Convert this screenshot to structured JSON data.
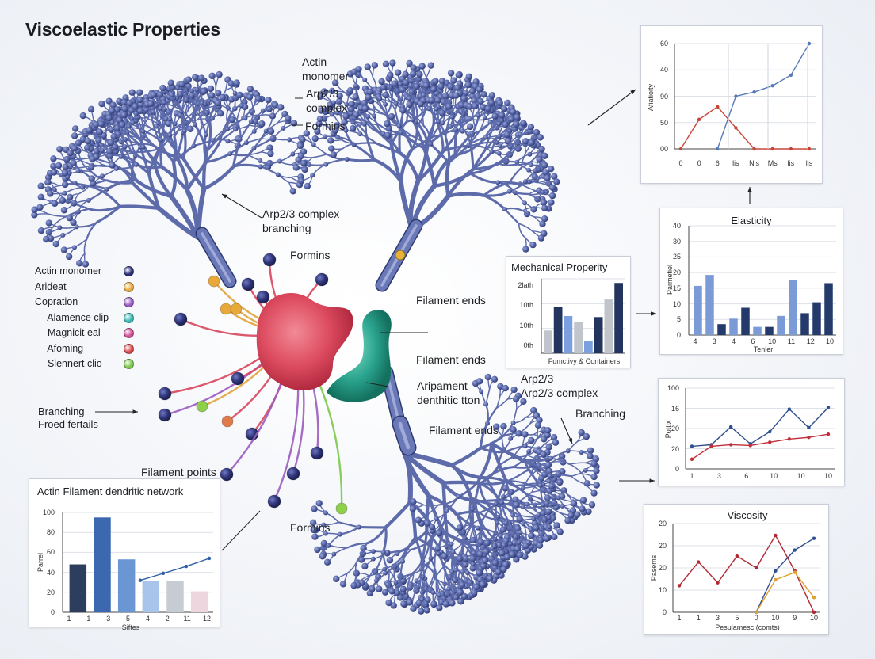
{
  "title": "Viscoelastic Properties",
  "labels": {
    "actin_monomer": "Actin\nmonomer",
    "arp23_complex": "Arp2/3\ncomplex",
    "formins_top": "Formins",
    "arp23_branching": "Arp2/3 complex\nbranching",
    "formins_center": "Formins",
    "filament_ends_1": "Filament ends",
    "filament_ends_2": "Filament ends",
    "filament_ends_3": "Filament ends",
    "arp23_dendritic": "Arp2/3\nArp2/3 complex",
    "branching_right": "Branching",
    "dendritic_tion": "Aripament\ndenthitic tton",
    "branching_left": "Branching\nFroed fertails",
    "filament_points": "Filament points",
    "formins_bottom": "Formins"
  },
  "legend": {
    "items": [
      {
        "label": "Actin monomer",
        "color": "#2a2f78"
      },
      {
        "label": "Arideat",
        "color": "#e8a93a"
      },
      {
        "label": "Copration",
        "color": "#9a5cc2"
      },
      {
        "label": "— Alamence clip",
        "color": "#39b8b4"
      },
      {
        "label": "— Magnicit eal",
        "color": "#d04f95"
      },
      {
        "label": "— Afoming",
        "color": "#d84a4a"
      },
      {
        "label": "— Slennert clio",
        "color": "#7cc84a"
      }
    ]
  },
  "chart_data": [
    {
      "type": "line",
      "title": "",
      "ylabel": "Afiatioity",
      "y_ticks": [
        "60",
        "40",
        "90",
        "50",
        "00"
      ],
      "x_ticks": [
        "0",
        "0",
        "6",
        "lis",
        "Nis",
        "Ms",
        "lis",
        "lis"
      ],
      "series": [
        {
          "color": "#c8453a",
          "values": [
            0,
            28,
            40,
            20,
            0,
            0,
            0,
            0
          ]
        },
        {
          "color": "#5779b6",
          "values": [
            0,
            0,
            0,
            50,
            54,
            60,
            70,
            100
          ]
        }
      ]
    },
    {
      "type": "bar",
      "title": "Elasticity",
      "ylabel": "Parmetiel",
      "xlabel": "Tenler",
      "y_ticks": [
        "40",
        "30",
        "25",
        "20",
        "15",
        "10",
        "5",
        "0"
      ],
      "x_ticks": [
        "4",
        "3",
        "4",
        "6",
        "10",
        "11",
        "12",
        "10"
      ],
      "ylim": [
        0,
        40
      ],
      "values": [
        18,
        22,
        4,
        6,
        10,
        3,
        3,
        7,
        20,
        8,
        12,
        19
      ],
      "colors": [
        "#7b9bd6",
        "#7b9bd6",
        "#233a6b",
        "#7b9bd6",
        "#233a6b",
        "#7b9bd6",
        "#233a6b",
        "#7b9bd6",
        "#7b9bd6",
        "#233a6b",
        "#233a6b",
        "#233a6b"
      ]
    },
    {
      "type": "bar",
      "title": "Mechanical Properity",
      "xlabel": "Fumctivy & Containers",
      "y_ticks": [
        "2lath",
        "10th",
        "10th",
        "0th"
      ],
      "values": [
        22,
        36,
        12,
        52
      ],
      "values2": [
        45,
        30,
        35,
        68
      ],
      "colors": [
        "#c0c5cc",
        "#23345e",
        "#7c9fe0",
        "#c0c5cc",
        "#7c9fe0",
        "#23345e"
      ]
    },
    {
      "type": "line",
      "title": "",
      "ylabel": "Pottix",
      "y_ticks": [
        "100",
        "16",
        "20",
        "20",
        "0"
      ],
      "x_ticks": [
        "1",
        "3",
        "6",
        "10",
        "10",
        "10"
      ],
      "series": [
        {
          "color": "#2f4f8e",
          "values": [
            28,
            30,
            52,
            31,
            46,
            74,
            51,
            76
          ]
        },
        {
          "color": "#c0303a",
          "values": [
            12,
            28,
            30,
            29,
            33,
            37,
            39,
            43
          ]
        }
      ]
    },
    {
      "type": "line",
      "title": "Viscosity",
      "ylabel": "Pasems",
      "xlabel": "Pesulamesc (comts)",
      "y_ticks": [
        "20",
        "20",
        "20",
        "10",
        "0"
      ],
      "x_ticks": [
        "1",
        "1",
        "3",
        "5",
        "0",
        "10",
        "9",
        "10"
      ],
      "series": [
        {
          "color": "#b02a35",
          "values": [
            18,
            34,
            20,
            38,
            30,
            52,
            28,
            0
          ]
        },
        {
          "color": "#2f4f8e",
          "values": [
            0,
            0,
            0,
            0,
            0,
            28,
            42,
            50
          ]
        },
        {
          "color": "#e0a030",
          "values": [
            0,
            0,
            0,
            0,
            0,
            22,
            27,
            10
          ]
        }
      ]
    },
    {
      "type": "bar",
      "title": "Actin Filament dendritic network",
      "ylabel": "Parrel",
      "xlabel": "Siftes",
      "y_ticks": [
        "100",
        "80",
        "60",
        "40",
        "20",
        "0"
      ],
      "x_ticks": [
        "1",
        "1",
        "3",
        "5",
        "4",
        "2",
        "11",
        "12"
      ],
      "ylim": [
        0,
        100
      ],
      "values": [
        48,
        95,
        53,
        31,
        31,
        21
      ],
      "colors": [
        "#2d3d5e",
        "#3c68b0",
        "#6a97d4",
        "#a9c4ea",
        "#c7ccd4",
        "#eed6df"
      ],
      "line": [
        32,
        39,
        46,
        54
      ]
    }
  ]
}
